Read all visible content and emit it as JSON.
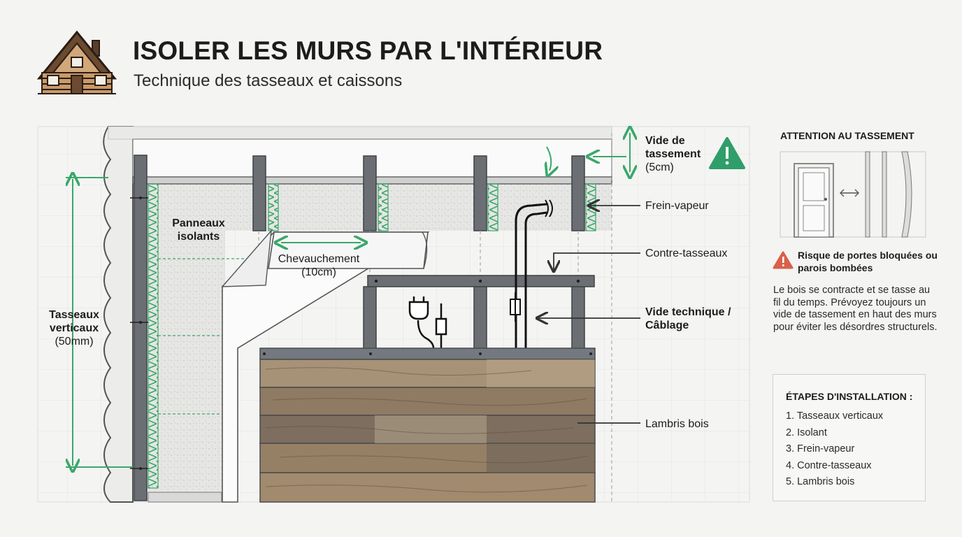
{
  "header": {
    "title": "ISOLER LES MURS PAR L'INTÉRIEUR",
    "subtitle": "Technique des tasseaux et caissons"
  },
  "diagram": {
    "labels": {
      "panneaux_l1": "Panneaux",
      "panneaux_l2": "isolants",
      "chevauchement_l1": "Chevauchement",
      "chevauchement_l2": "(10cm)",
      "tasseaux_l1": "Tasseaux",
      "tasseaux_l2": "verticaux",
      "tasseaux_l3": "(50mm)",
      "vide_l1": "Vide de",
      "vide_l2": "tassement",
      "vide_l3": "(5cm)",
      "frein": "Frein-vapeur",
      "contre": "Contre-tasseaux",
      "technique_l1": "Vide technique /",
      "technique_l2": "Câblage",
      "lambris": "Lambris bois"
    },
    "icons": [
      "house-logo-icon",
      "warning-triangle-icon",
      "plug-icon",
      "door-icon",
      "double-arrow-icon"
    ]
  },
  "sidebar": {
    "warning_title": "ATTENTION AU TASSEMENT",
    "risk": "Risque de portes bloquées ou parois bombées",
    "explanation": "Le bois se contracte et se tasse au fil du temps. Prévoyez toujours un vide de tassement en haut des murs pour éviter les désordres structurels.",
    "steps_title": "ÉTAPES D'INSTALLATION :",
    "steps": [
      "1. Tasseaux verticaux",
      "2. Isolant",
      "3. Frein-vapeur",
      "4. Contre-tasseaux",
      "5. Lambris bois"
    ]
  },
  "colors": {
    "accent_green": "#3aa86a",
    "warning_green": "#2f9e6a",
    "warning_red": "#d9604a",
    "stud_gray": "#6b6f74",
    "wood": "#9a836a"
  }
}
